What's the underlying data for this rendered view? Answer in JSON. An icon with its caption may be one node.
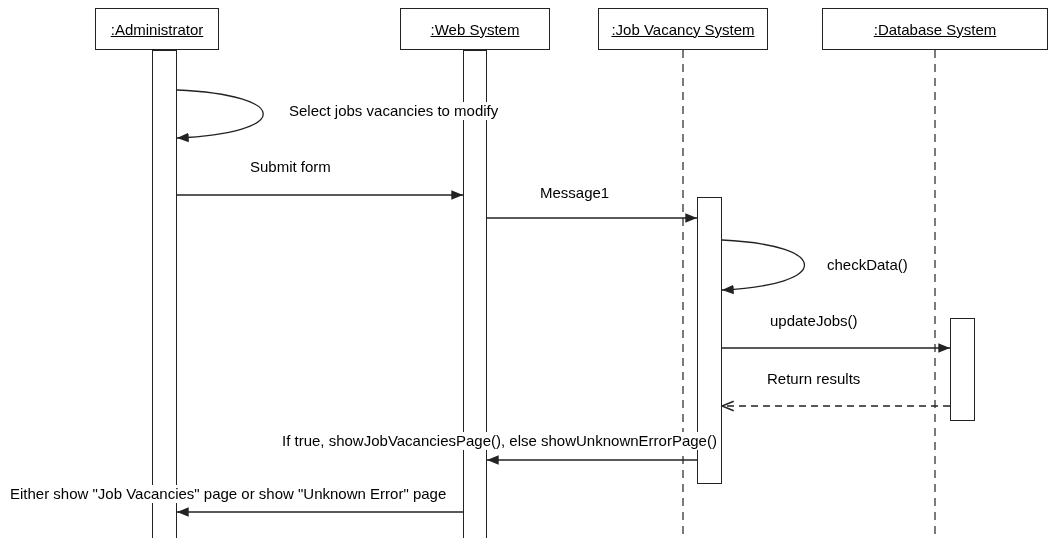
{
  "diagram": {
    "nodes": [
      {
        "text": [
          ":Administrator"
        ]
      },
      {
        "text": [
          ":Web System"
        ]
      },
      {
        "text": [
          ":Job Vacancy System"
        ]
      },
      {
        "text": [
          ":Database System"
        ]
      },
      {
        "text": [],
        "shape": "bar"
      },
      {
        "text": [],
        "shape": "bar"
      },
      {
        "text": [],
        "shape": "bar"
      },
      {
        "text": [],
        "shape": "bar"
      }
    ],
    "edges": [
      {
        "from": 4,
        "to": 4,
        "arrow": "to",
        "label": "Select jobs vacancies to modify"
      },
      {
        "from": 4,
        "to": 5,
        "arrow": "to",
        "label": "Submit form"
      },
      {
        "from": 5,
        "to": 6,
        "arrow": "to",
        "label": "Message1"
      },
      {
        "from": 6,
        "to": 6,
        "arrow": "to",
        "label": "checkData()"
      },
      {
        "from": 6,
        "to": 7,
        "arrow": "to",
        "label": "updateJobs()"
      },
      {
        "from": 7,
        "to": 6,
        "arrow": "to",
        "label": "Return results",
        "style": "dashed"
      },
      {
        "from": 6,
        "to": 5,
        "arrow": "to",
        "label": "If true, showJobVacanciesPage(), else showUnknownErrorPage()"
      },
      {
        "from": 5,
        "to": 4,
        "arrow": "to",
        "label": "Either show \"Job Vacancies\" page or show \"Unknown Error\" page"
      }
    ]
  }
}
